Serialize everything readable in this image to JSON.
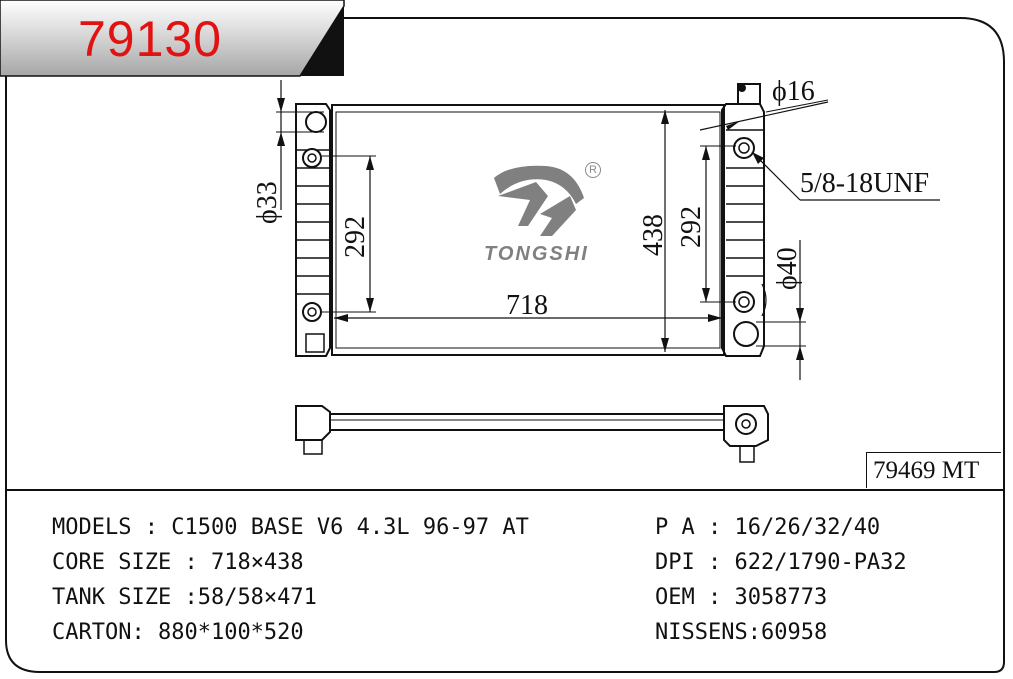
{
  "part_number": "79130",
  "reference_model": "79469 MT",
  "brand": {
    "name": "TONGSHI",
    "registered_mark": "R"
  },
  "dimensions": {
    "core_width": "718",
    "core_height": "438",
    "tube_span_left": "292",
    "tube_span_right": "292",
    "inlet_diameter": "ϕ33",
    "outlet_diameter": "ϕ40",
    "cap_diameter": "ϕ16",
    "thread": "5/8-18UNF"
  },
  "specs": {
    "models": {
      "key": "MODELS : ",
      "value": "C1500 BASE V6 4.3L 96-97 AT"
    },
    "core_size": {
      "key": "CORE SIZE : ",
      "value": "718×438"
    },
    "tank_size": {
      "key": "TANK SIZE :",
      "value": "58/58×471"
    },
    "carton": {
      "key": "CARTON: ",
      "value": "880*100*520"
    },
    "pa": {
      "key": "P A : ",
      "value": "16/26/32/40"
    },
    "dpi": {
      "key": "DPI : ",
      "value": "622/1790-PA32"
    },
    "oem": {
      "key": "OEM : ",
      "value": "3058773"
    },
    "nissens": {
      "key": "NISSENS:",
      "value": "60958"
    }
  },
  "colors": {
    "part_number": "#e11212",
    "logo": "#808080",
    "line": "#111111"
  }
}
